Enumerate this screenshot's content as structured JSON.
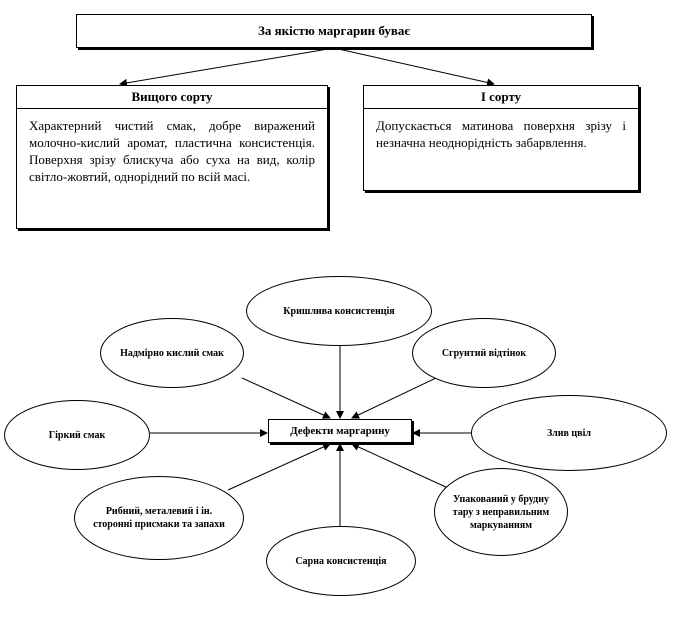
{
  "top": {
    "title": "За якістю маргарин буває"
  },
  "left": {
    "header": "Вищого сорту",
    "body": "Характерний чистий смак, добре виражений молочно-кислий аромат, пластична консистенція. Поверхня зрізу блискуча або суха на вид, колір світло-жовтий, однорідний по всій масі."
  },
  "right": {
    "header": "І сорту",
    "body": "Допускається матинова поверхня зрізу і незначна неоднорідність забарвлення."
  },
  "center": {
    "label": "Дефекти маргарину"
  },
  "defects": {
    "top": "Кришлива консистенція",
    "top_left": "Надмірно кислий смак",
    "top_right": "Сгрунтий відтінок",
    "left": "Гіркий смак",
    "right": "Злив цвіл",
    "bottom_left": "Рибний, металевий і ін. сторонні присмаки та запахи",
    "bottom_right": "Упакований у брудну тару з неправильним маркуванням",
    "bottom": "Сарна консистенція"
  }
}
